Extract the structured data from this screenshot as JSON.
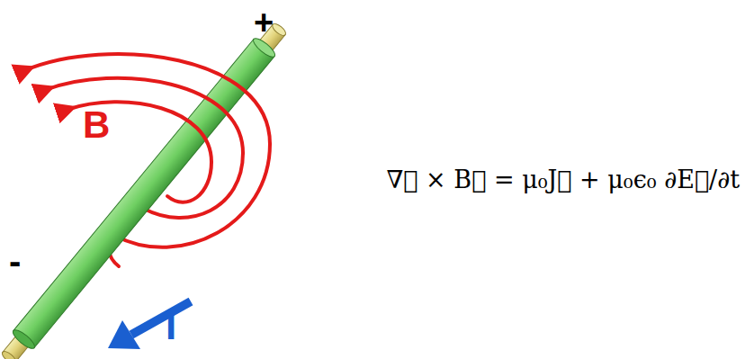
{
  "diagram": {
    "labels": [
      "+",
      "-",
      "B",
      "I",
      "∇⃗ × B⃗ = μ₀J⃗ + μ₀ϵ₀ ∂E⃗/∂t"
    ]
  }
}
